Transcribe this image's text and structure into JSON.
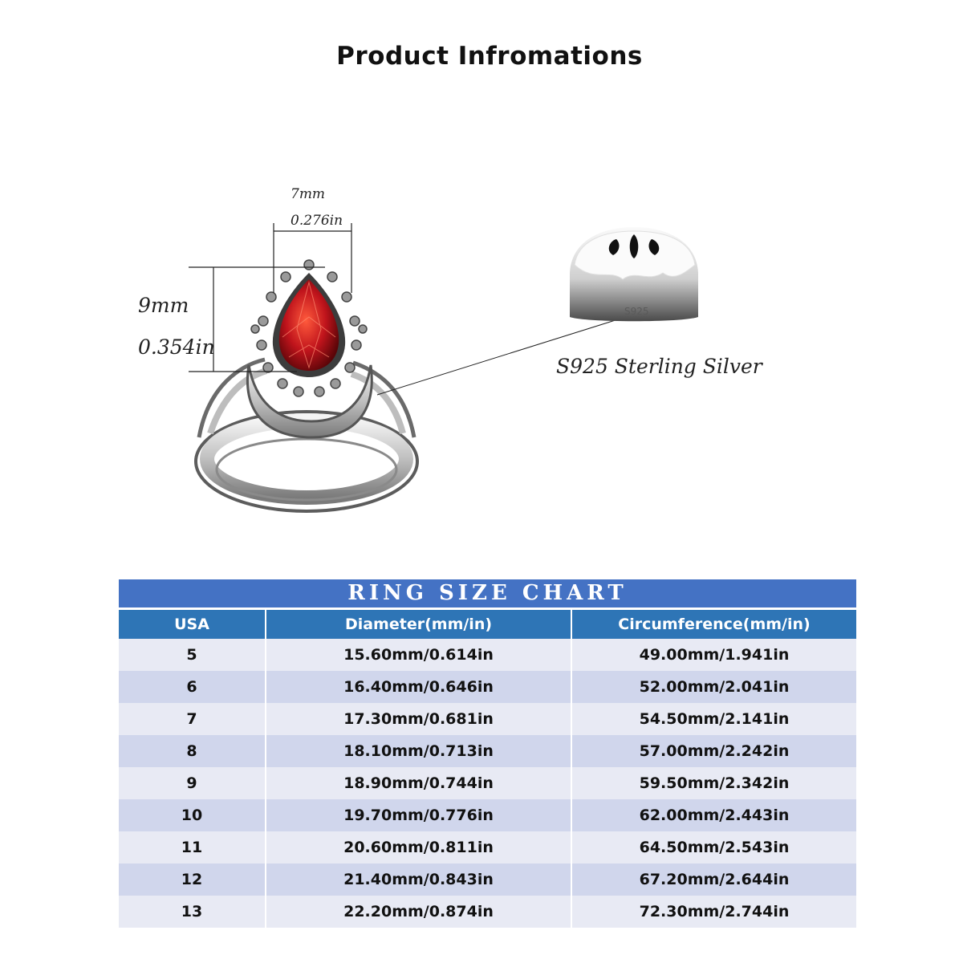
{
  "header": {
    "title": "Product Infromations"
  },
  "dimensions": {
    "width_mm": "7mm",
    "width_in": "0.276in",
    "height_mm": "9mm",
    "height_in": "0.354in"
  },
  "material": {
    "label": "S925 Sterling Silver",
    "stamp": "S925"
  },
  "size_chart": {
    "title": "RING SIZE CHART",
    "columns": [
      "USA",
      "Diameter(mm/in)",
      "Circumference(mm/in)"
    ],
    "rows": [
      [
        "5",
        "15.60mm/0.614in",
        "49.00mm/1.941in"
      ],
      [
        "6",
        "16.40mm/0.646in",
        "52.00mm/2.041in"
      ],
      [
        "7",
        "17.30mm/0.681in",
        "54.50mm/2.141in"
      ],
      [
        "8",
        "18.10mm/0.713in",
        "57.00mm/2.242in"
      ],
      [
        "9",
        "18.90mm/0.744in",
        "59.50mm/2.342in"
      ],
      [
        "10",
        "19.70mm/0.776in",
        "62.00mm/2.443in"
      ],
      [
        "11",
        "20.60mm/0.811in",
        "64.50mm/2.543in"
      ],
      [
        "12",
        "21.40mm/0.843in",
        "67.20mm/2.644in"
      ],
      [
        "13",
        "22.20mm/0.874in",
        "72.30mm/2.744in"
      ]
    ]
  },
  "colors": {
    "chart_title_bg": "#4472c4",
    "header_bg": "#2e75b6",
    "row_light": "#e8eaf4",
    "row_dark": "#d0d6ec",
    "gem": "#c0141c"
  }
}
